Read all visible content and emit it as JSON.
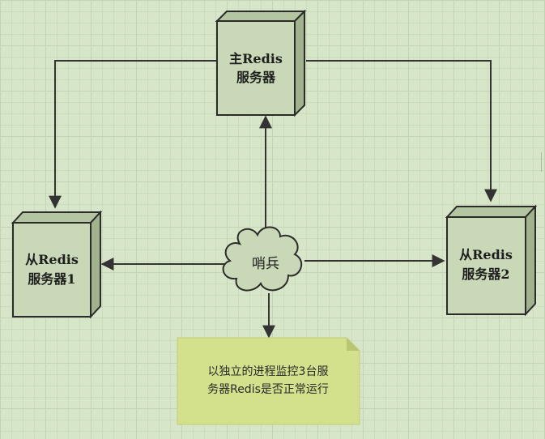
{
  "diagram": {
    "master_label_1": "主Redis",
    "master_label_2": "服务器",
    "slave1_label_1": "从Redis",
    "slave1_label_2": "服务器1",
    "slave2_label_1": "从Redis",
    "slave2_label_2": "服务器2",
    "sentinel_label": "哨兵",
    "note_line_1": "以独立的进程监控3台服",
    "note_line_2": "务器Redis是否正常运行"
  },
  "colors": {
    "background": "#d7e6c9",
    "box_front": "#c9d9b7",
    "note": "#d3e08c",
    "stroke": "#333333"
  }
}
